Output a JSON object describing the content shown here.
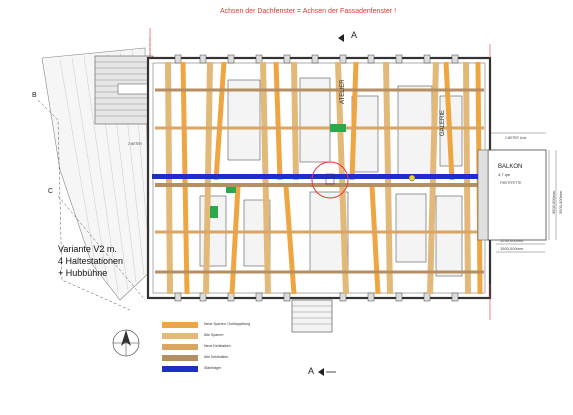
{
  "header": {
    "note": "Achsen der Dachfenster = Achsen der Fassadenfenster !",
    "section_top": "A",
    "section_bottom": "A",
    "section_b": "B",
    "section_c": "C"
  },
  "variant": {
    "line1": "Variante V2 m.",
    "line2": "4 Haltestationen",
    "line3": "+ Hubbühne"
  },
  "rooms": {
    "atelier": "ATELIER",
    "galerie": "GALERIE",
    "balkon": "BALKON",
    "balkon_area": "4,7 qm",
    "firstpfette": "FIRSTPFETTE",
    "meter_right": "2 METER Linie",
    "meter_left": "2 METER"
  },
  "dims": {
    "d1": "1255,000mm",
    "d2": "1500,000mm",
    "v1": "3500,000mm",
    "v2": "3500,000mm"
  },
  "colors": {
    "orange": "#f0a640",
    "tan": "#e3b97a",
    "brown": "#b58e62",
    "blue": "#1c2fc8",
    "red": "#e53935",
    "green": "#2aa84a"
  },
  "legend": [
    {
      "color": "#f0a640",
      "text": "Neue Sparren / Aufdoppelung"
    },
    {
      "color": "#e3b97a",
      "text": "Alte Sparren"
    },
    {
      "color": "#d9a563",
      "text": "Neue Kehlbalken"
    },
    {
      "color": "#b58e62",
      "text": "Alte Kehlbalken"
    },
    {
      "color": "#1c2fc8",
      "text": "Stahlträger"
    }
  ]
}
